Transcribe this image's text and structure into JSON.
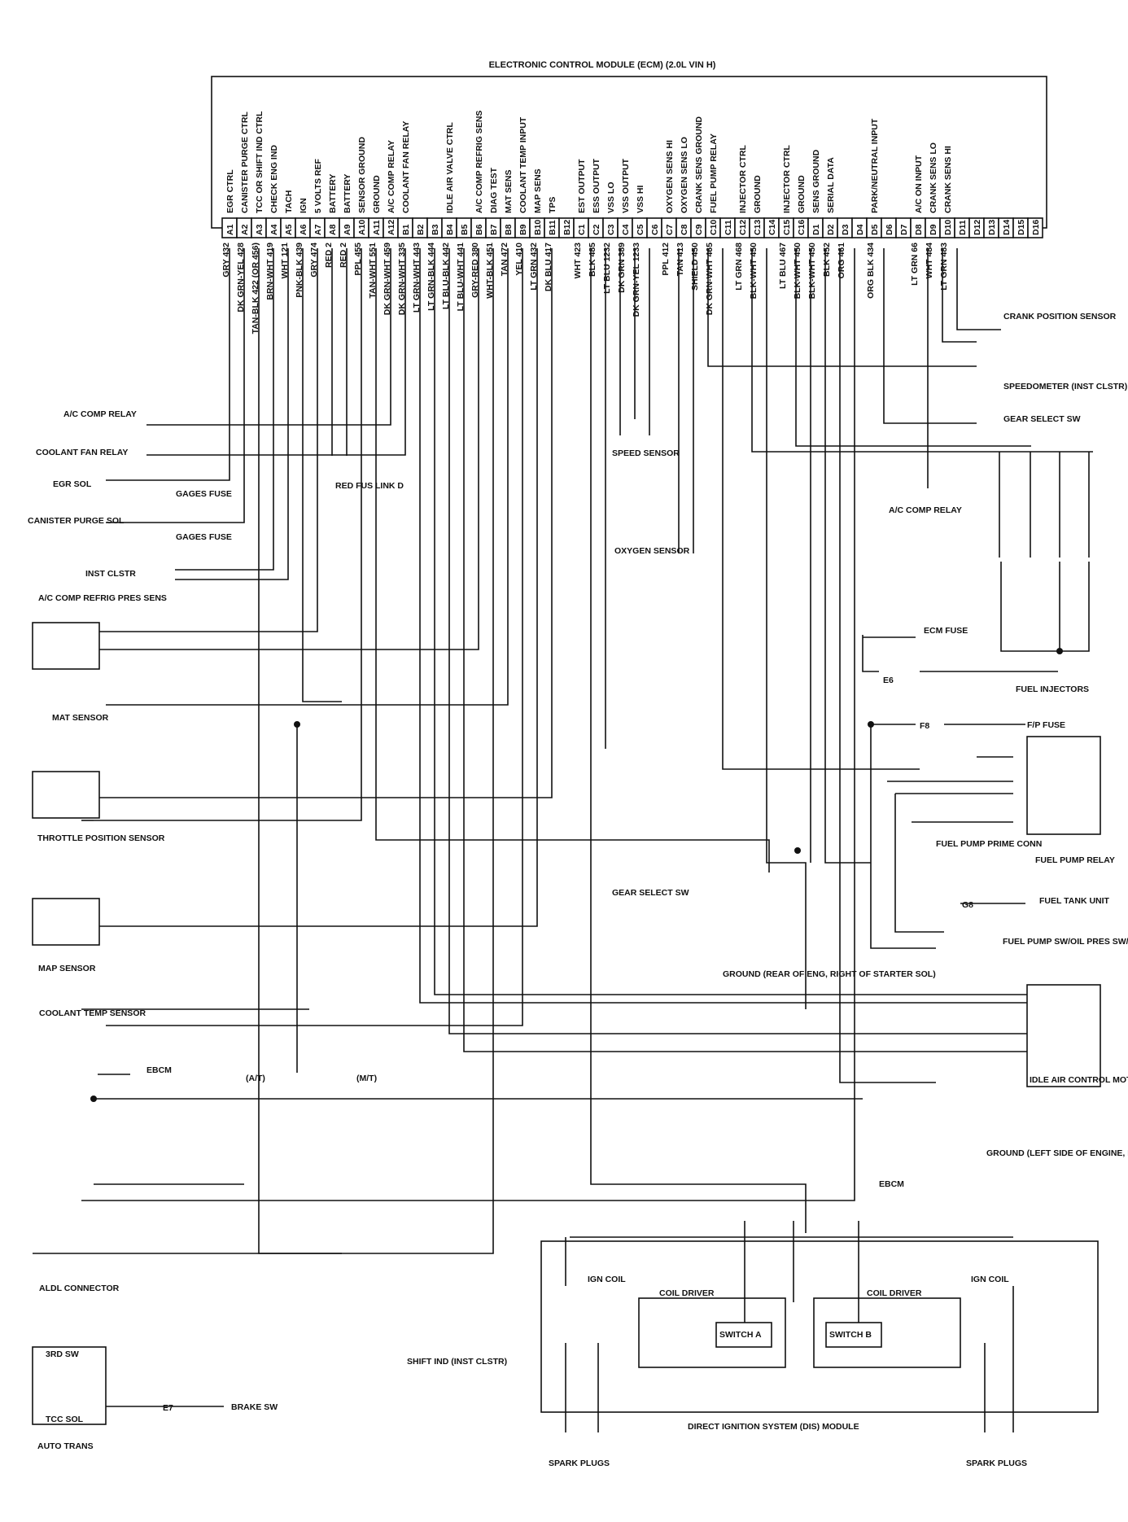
{
  "title": "ELECTRONIC CONTROL MODULE (ECM) (2.0L VIN H)",
  "colors": {
    "line": "#111111",
    "background": "#ffffff"
  },
  "ecm_pins": [
    {
      "pin": "A1",
      "func": "EGR CTRL",
      "wire": "GRY 432"
    },
    {
      "pin": "A2",
      "func": "CANISTER PURGE CTRL",
      "wire": "DK GRN-YEL 428"
    },
    {
      "pin": "A3",
      "func": "TCC OR SHIFT IND CTRL",
      "wire": "TAN-BLK 422 (OR 456)"
    },
    {
      "pin": "A4",
      "func": "CHECK ENG IND",
      "wire": "BRN-WHT 419"
    },
    {
      "pin": "A5",
      "func": "TACH",
      "wire": "WHT 121"
    },
    {
      "pin": "A6",
      "func": "IGN",
      "wire": "PNK-BLK 439"
    },
    {
      "pin": "A7",
      "func": "5 VOLTS REF",
      "wire": "GRY 474"
    },
    {
      "pin": "A8",
      "func": "BATTERY",
      "wire": "RED 2"
    },
    {
      "pin": "A9",
      "func": "BATTERY",
      "wire": "RED 2"
    },
    {
      "pin": "A10",
      "func": "SENSOR GROUND",
      "wire": "PPL 455"
    },
    {
      "pin": "A11",
      "func": "GROUND",
      "wire": "TAN-WHT 551"
    },
    {
      "pin": "A12",
      "func": "A/C COMP RELAY",
      "wire": "DK GRN-WHT 459"
    },
    {
      "pin": "B1",
      "func": "COOLANT FAN RELAY",
      "wire": "DK GRN-WHT 335"
    },
    {
      "pin": "B2",
      "func": "",
      "wire": "LT GRN-WHT 443"
    },
    {
      "pin": "B3",
      "func": "",
      "wire": "LT GRN-BLK 444"
    },
    {
      "pin": "B4",
      "func": "IDLE AIR VALVE CTRL",
      "wire": "LT BLU-BLK 442"
    },
    {
      "pin": "B5",
      "func": "",
      "wire": "LT BLU-WHT 441"
    },
    {
      "pin": "B6",
      "func": "A/C COMP REFRIG SENS",
      "wire": "GRY-RED 380"
    },
    {
      "pin": "B7",
      "func": "DIAG TEST",
      "wire": "WHT-BLK 451"
    },
    {
      "pin": "B8",
      "func": "MAT SENS",
      "wire": "TAN 472"
    },
    {
      "pin": "B9",
      "func": "COOLANT TEMP INPUT",
      "wire": "YEL 410"
    },
    {
      "pin": "B10",
      "func": "MAP SENS",
      "wire": "LT GRN 432"
    },
    {
      "pin": "B11",
      "func": "TPS",
      "wire": "DK BLU 417"
    },
    {
      "pin": "B12",
      "func": "",
      "wire": ""
    },
    {
      "pin": "C1",
      "func": "EST OUTPUT",
      "wire": "WHT 423"
    },
    {
      "pin": "C2",
      "func": "ESS OUTPUT",
      "wire": "BLK 485"
    },
    {
      "pin": "C3",
      "func": "VSS LO",
      "wire": "LT BLU 1232"
    },
    {
      "pin": "C4",
      "func": "VSS OUTPUT",
      "wire": "DK GRN 389"
    },
    {
      "pin": "C5",
      "func": "VSS HI",
      "wire": "DK GRN-YEL 1233"
    },
    {
      "pin": "C6",
      "func": "",
      "wire": ""
    },
    {
      "pin": "C7",
      "func": "OXYGEN SENS HI",
      "wire": "PPL 412"
    },
    {
      "pin": "C8",
      "func": "OXYGEN SENS LO",
      "wire": "TAN 413"
    },
    {
      "pin": "C9",
      "func": "CRANK SENS GROUND",
      "wire": "SHIELD 450"
    },
    {
      "pin": "C10",
      "func": "FUEL PUMP RELAY",
      "wire": "DK GRN-WHT 465"
    },
    {
      "pin": "C11",
      "func": "",
      "wire": ""
    },
    {
      "pin": "C12",
      "func": "INJECTOR CTRL",
      "wire": "LT GRN 468"
    },
    {
      "pin": "C13",
      "func": "GROUND",
      "wire": "BLK-WHT 450"
    },
    {
      "pin": "C14",
      "func": "",
      "wire": ""
    },
    {
      "pin": "C15",
      "func": "INJECTOR CTRL",
      "wire": "LT BLU 467"
    },
    {
      "pin": "C16",
      "func": "GROUND",
      "wire": "BLK-WHT 450"
    },
    {
      "pin": "D1",
      "func": "SENS GROUND",
      "wire": "BLK-WHT 450"
    },
    {
      "pin": "D2",
      "func": "SERIAL DATA",
      "wire": "BLK 452"
    },
    {
      "pin": "D3",
      "func": "",
      "wire": "ORG 461"
    },
    {
      "pin": "D4",
      "func": "",
      "wire": ""
    },
    {
      "pin": "D5",
      "func": "PARK/NEUTRAL INPUT",
      "wire": "ORG BLK 434"
    },
    {
      "pin": "D6",
      "func": "",
      "wire": ""
    },
    {
      "pin": "D7",
      "func": "",
      "wire": ""
    },
    {
      "pin": "D8",
      "func": "A/C ON INPUT",
      "wire": "LT GRN 66"
    },
    {
      "pin": "D9",
      "func": "CRANK SENS LO",
      "wire": "WHT 484"
    },
    {
      "pin": "D10",
      "func": "CRANK SENS HI",
      "wire": "LT GRN 483"
    },
    {
      "pin": "D11",
      "func": "",
      "wire": ""
    },
    {
      "pin": "D12",
      "func": "",
      "wire": ""
    },
    {
      "pin": "D13",
      "func": "",
      "wire": ""
    },
    {
      "pin": "D14",
      "func": "",
      "wire": ""
    },
    {
      "pin": "D15",
      "func": "",
      "wire": ""
    },
    {
      "pin": "D16",
      "func": "",
      "wire": ""
    }
  ],
  "components": {
    "crank_sensor": "CRANK POSITION SENSOR",
    "speedometer": "SPEEDOMETER (INST CLSTR)",
    "gear_select_sw": "GEAR SELECT SW",
    "speed_sensor": "SPEED SENSOR",
    "oxygen_sensor": "OXYGEN SENSOR",
    "ac_comp_relay": "A/C COMP RELAY",
    "ac_comp_relay_left": "A/C COMP RELAY",
    "coolant_fan_relay": "COOLANT FAN RELAY",
    "egr_sol": "EGR SOL",
    "canister_purge_sol": "CANISTER PURGE SOL",
    "gages_fuse": "GAGES FUSE",
    "red_fus_link": "RED FUS LINK D",
    "inst_clstr": "INST CLSTR",
    "ac_refrig_sens": "A/C COMP REFRIG PRES SENS",
    "mat_sensor": "MAT SENSOR",
    "throttle_sensor": "THROTTLE POSITION SENSOR",
    "map_sensor": "MAP SENSOR",
    "coolant_temp_sensor": "COOLANT TEMP SENSOR",
    "ebcm": "EBCM",
    "aldl": "ALDL CONNECTOR",
    "auto_trans": "AUTO TRANS",
    "third_sw": "3RD SW",
    "tcc_sol": "TCC SOL",
    "brake_sw": "BRAKE SW",
    "shift_ind": "SHIFT IND (INST CLSTR)",
    "ecm_fuse": "ECM FUSE",
    "fuel_injectors": "FUEL INJECTORS",
    "fp_fuse": "F/P FUSE",
    "fuel_pump_prime": "FUEL PUMP PRIME CONN",
    "fuel_pump_relay": "FUEL PUMP RELAY",
    "gear_select_sw2": "GEAR SELECT SW",
    "ground_rear": "GROUND (REAR OF ENG, RIGHT OF STARTER SOL)",
    "fuel_tank_unit": "FUEL TANK UNIT",
    "fuel_pump_sw": "FUEL PUMP SW/OIL PRES SW/SENDER",
    "idle_air_motor": "IDLE AIR CONTROL MOTOR",
    "ground_left": "GROUND (LEFT SIDE OF ENGINE, BELOW DIS)",
    "dis_module": "DIRECT IGNITION SYSTEM (DIS) MODULE",
    "spark_plugs": "SPARK PLUGS",
    "ign_coil": "IGN COIL",
    "coil_driver": "COIL DRIVER",
    "switch_a": "SWITCH A",
    "switch_b": "SWITCH B",
    "at": "(A/T)",
    "mt": "(M/T)"
  },
  "connectors": {
    "E6": "E6",
    "E7": "E7",
    "F8": "F8",
    "G8": "G8"
  }
}
